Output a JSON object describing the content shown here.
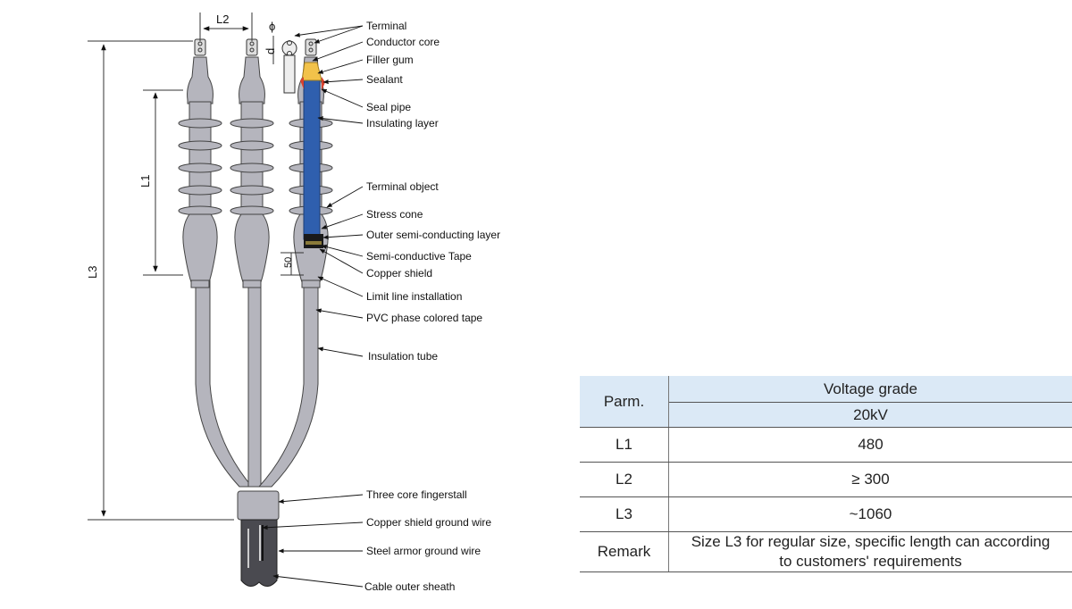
{
  "diagram": {
    "labels": {
      "terminal": "Terminal",
      "conductor_core": "Conductor core",
      "filler_gum": "Filler gum",
      "sealant": "Sealant",
      "seal_pipe": "Seal pipe",
      "insulating_layer": "Insulating layer",
      "terminal_object": "Terminal object",
      "stress_cone": "Stress cone",
      "outer_semi_conducting_layer": "Outer semi-conducting layer",
      "semi_conductive_tape": "Semi-conductive Tape",
      "copper_shield": "Copper shield",
      "limit_line_installation": "Limit line installation",
      "pvc_phase_colored_tape": "PVC phase colored tape",
      "insulation_tube": "Insulation tube",
      "three_core_fingerstall": "Three core fingerstall",
      "copper_shield_ground_wire": "Copper shield ground wire",
      "steel_armor_ground_wire": "Steel armor ground wire",
      "cable_outer_sheath": "Cable outer sheath"
    },
    "dimensions": {
      "l1": "L1",
      "l2": "L2",
      "l3": "L3",
      "fifty": "50",
      "phi": "ϕ",
      "d": "d"
    },
    "colors": {
      "body_gray": "#b5b5bd",
      "insulating_blue": "#2f5fae",
      "filler_yellow": "#f2c24a",
      "sealant_red": "#d9412e",
      "sheath_dark": "#4a4a50",
      "header_blue": "#dbe9f6"
    }
  },
  "table": {
    "header": {
      "parm": "Parm.",
      "voltage_grade": "Voltage grade",
      "voltage_value": "20kV"
    },
    "rows": [
      {
        "param": "L1",
        "value": "480"
      },
      {
        "param": "L2",
        "value": "≥ 300"
      },
      {
        "param": "L3",
        "value": "~1060"
      }
    ],
    "remark": {
      "param": "Remark",
      "line1": "Size L3 for regular size, specific length can according",
      "line2": "to customers' requirements"
    }
  }
}
